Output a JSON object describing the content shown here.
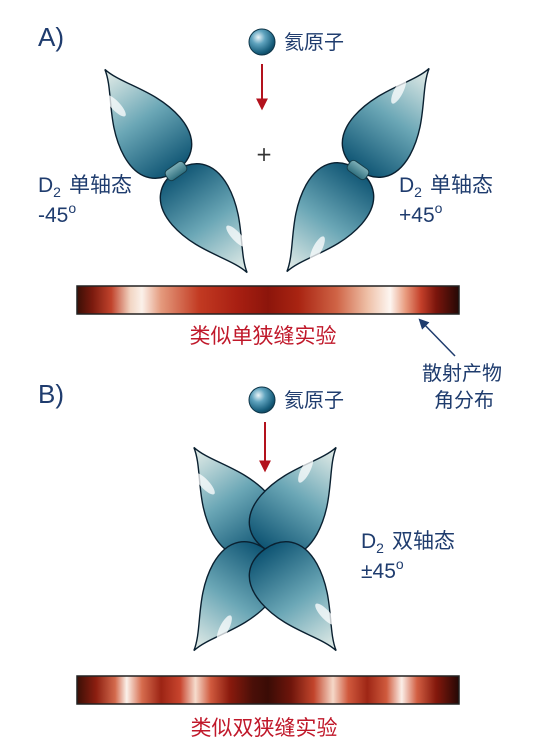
{
  "panel_a": {
    "label": "A)",
    "atom_label": "氦原子",
    "plus_sign": "+",
    "left_state": {
      "d": "D",
      "sub": "2",
      "name": "单轴态",
      "angle": "-45",
      "deg": "o"
    },
    "right_state": {
      "d": "D",
      "sub": "2",
      "name": "单轴态",
      "angle": "+45",
      "deg": "o"
    },
    "strip_caption": "类似单狭缝实验",
    "annotation_line1": "散射产物",
    "annotation_line2": "角分布"
  },
  "panel_b": {
    "label": "B)",
    "atom_label": "氦原子",
    "state": {
      "d": "D",
      "sub": "2",
      "name": "双轴态",
      "angle": "±45",
      "deg": "o"
    },
    "strip_caption": "类似双狭缝实验"
  },
  "colors": {
    "text_navy": "#1f3c6e",
    "caption_red": "#c0182a",
    "arrow_red": "#b3121d",
    "lobe_light": "#e4ece8",
    "lobe_dark": "#0f5878",
    "lobe_stroke": "#0a2030"
  }
}
